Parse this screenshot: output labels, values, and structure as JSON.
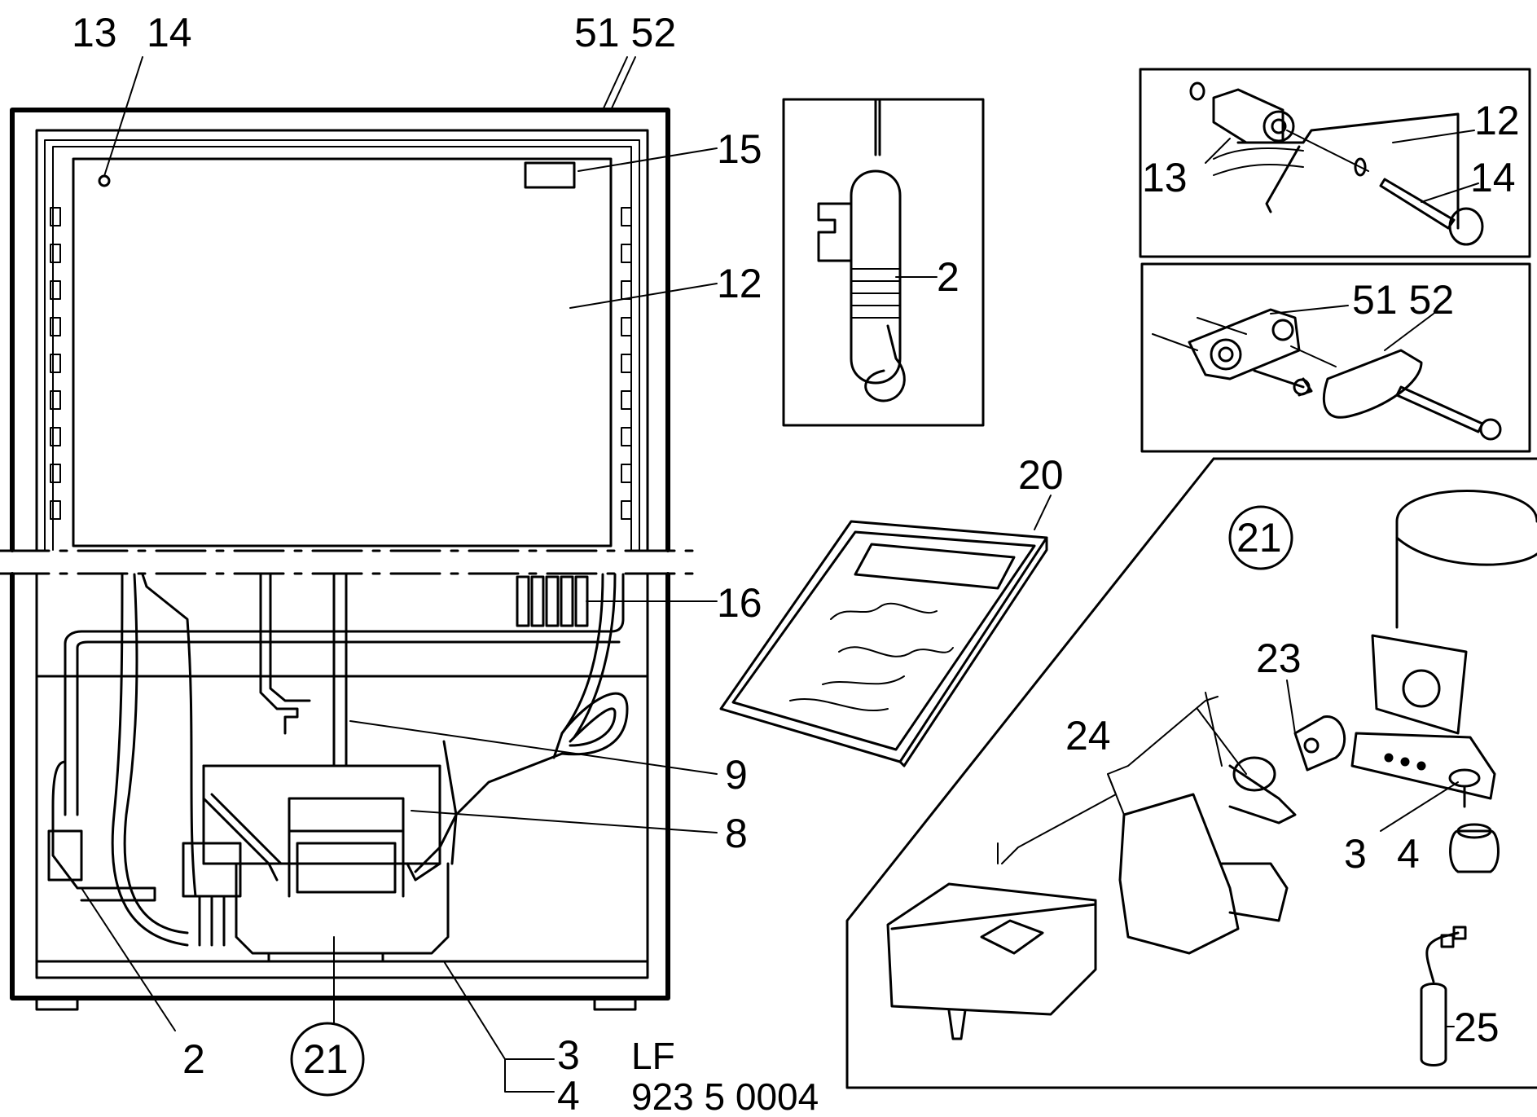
{
  "diagram": {
    "callouts": {
      "c13_top": "13",
      "c14_top": "14",
      "c5152_top": "51 52",
      "c15": "15",
      "c12_main": "12",
      "c16": "16",
      "c9": "9",
      "c8": "8",
      "c2_bottom": "2",
      "c21_bottom": "21",
      "c3_bottom": "3",
      "c4_bottom": "4",
      "c2_inset": "2",
      "c12_inset": "12",
      "c13_inset": "13",
      "c14_inset": "14",
      "c5152_inset": "51 52",
      "c20": "20",
      "c21_inset": "21",
      "c23": "23",
      "c24": "24",
      "c3_inset": "3",
      "c4_inset": "4",
      "c25": "25"
    },
    "model_code_line1": "LF",
    "model_code_line2": "923 5 0004"
  }
}
